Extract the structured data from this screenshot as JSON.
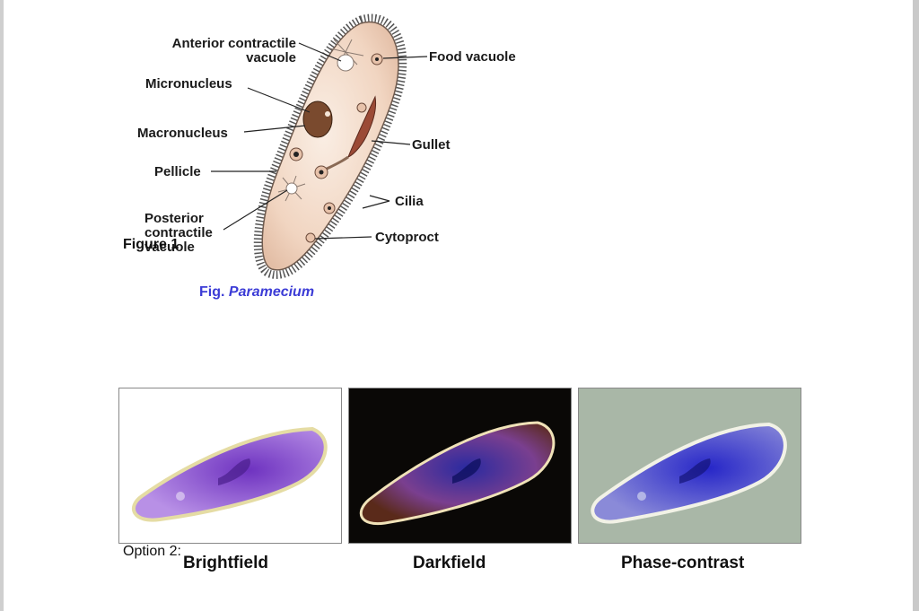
{
  "diagram": {
    "labels": {
      "anterior_contractile_vacuole": "Anterior contractile\nvacuole",
      "micronucleus": "Micronucleus",
      "macronucleus": "Macronucleus",
      "pellicle": "Pellicle",
      "posterior_contractile_vacuole": "Posterior\ncontractile\nvacuole",
      "food_vacuole": "Food vacuole",
      "gullet": "Gullet",
      "cilia": "Cilia",
      "cytoproct": "Cytoproct"
    },
    "figure_label": "Figure 1",
    "caption_prefix": "Fig.",
    "caption_name": "Paramecium"
  },
  "micrographs": {
    "option_label": "Option 2:",
    "captions": [
      "Brightfield",
      "Darkfield",
      "Phase-contrast"
    ],
    "colors": {
      "bright_cell": "#8a4fd0",
      "dark_cell": "#7a3f8f",
      "phase_cell": "#4a4ad0"
    }
  },
  "colors": {
    "caption_blue": "#3c3cd6",
    "cell_body": "#f3d8c5"
  }
}
